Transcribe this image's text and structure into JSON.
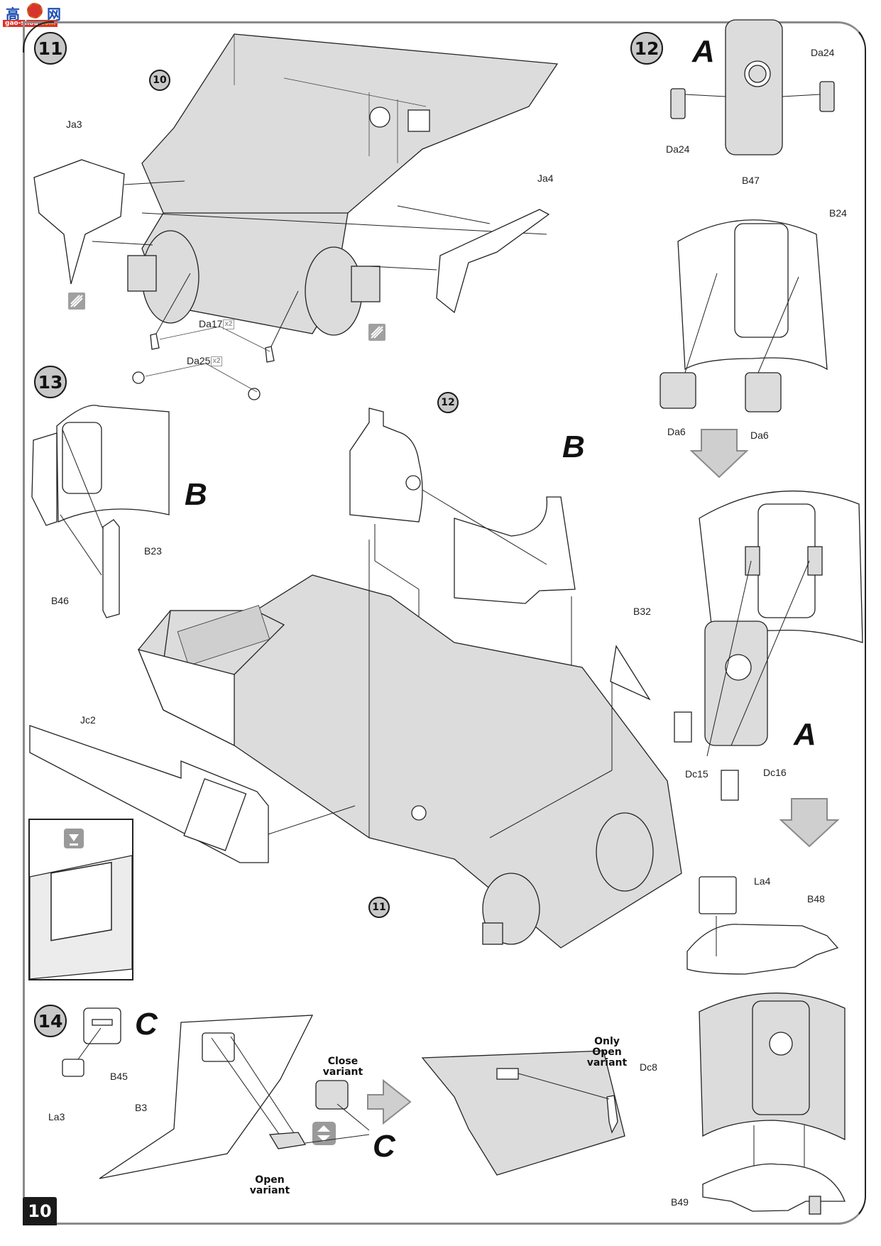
{
  "watermark": {
    "logo_text_left": "高",
    "logo_text_right": "网",
    "logo_url_a": "gao-shou",
    "logo_url_b": ".com"
  },
  "page_number": "10",
  "steps": [
    {
      "number": "11",
      "subassembly_ref": "10",
      "parts": [
        {
          "label": "Ja3"
        },
        {
          "label": "Ja4"
        },
        {
          "label": "Da17",
          "quantity": "x2"
        },
        {
          "label": "Da25",
          "quantity": "x2"
        }
      ],
      "icons": [
        "glue-hatch-icon",
        "glue-hatch-icon"
      ]
    },
    {
      "number": "12",
      "variant_markers": [
        "A",
        "A"
      ],
      "parts": [
        {
          "label": "Da24"
        },
        {
          "label": "Da24"
        },
        {
          "label": "B47"
        },
        {
          "label": "B24"
        },
        {
          "label": "Da6"
        },
        {
          "label": "Da6"
        },
        {
          "label": "Dc15"
        },
        {
          "label": "Dc16"
        },
        {
          "label": "La4"
        },
        {
          "label": "B48"
        },
        {
          "label": "B49"
        }
      ]
    },
    {
      "number": "13",
      "subassembly_refs": [
        "12",
        "11"
      ],
      "variant_markers": [
        "B",
        "B"
      ],
      "parts": [
        {
          "label": "B23"
        },
        {
          "label": "B46"
        },
        {
          "label": "B32"
        },
        {
          "label": "Jc2"
        }
      ],
      "inset_icon": "detail-view-icon"
    },
    {
      "number": "14",
      "variant_markers": [
        "C",
        "C"
      ],
      "parts": [
        {
          "label": "B45"
        },
        {
          "label": "La3"
        },
        {
          "label": "B3"
        },
        {
          "label": "Dc8"
        }
      ],
      "notes": {
        "close_variant": "Close variant",
        "open_variant": "Open variant",
        "only_open_variant": "Only Open variant"
      },
      "close_variant_lines": [
        "Close",
        "variant"
      ],
      "open_variant_lines": [
        "Open",
        "variant"
      ],
      "only_open_lines": [
        "Only",
        "Open",
        "variant"
      ],
      "icons": [
        "swap-variant-icon"
      ]
    }
  ]
}
